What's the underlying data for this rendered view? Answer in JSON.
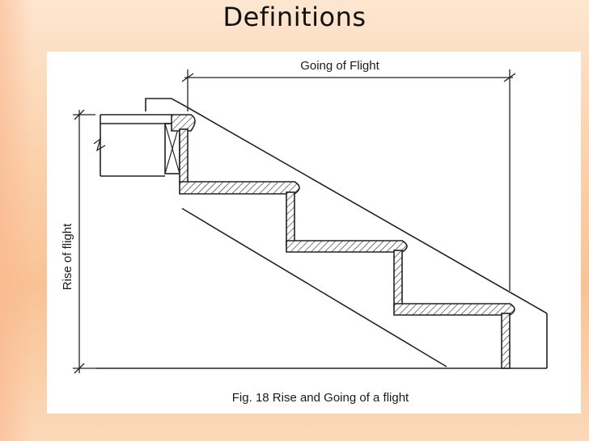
{
  "slide": {
    "title": "Definitions"
  },
  "figure": {
    "going_label": "Going of Flight",
    "rise_label": "Rise of flight",
    "caption": "Fig. 18 Rise and Going of a flight"
  }
}
